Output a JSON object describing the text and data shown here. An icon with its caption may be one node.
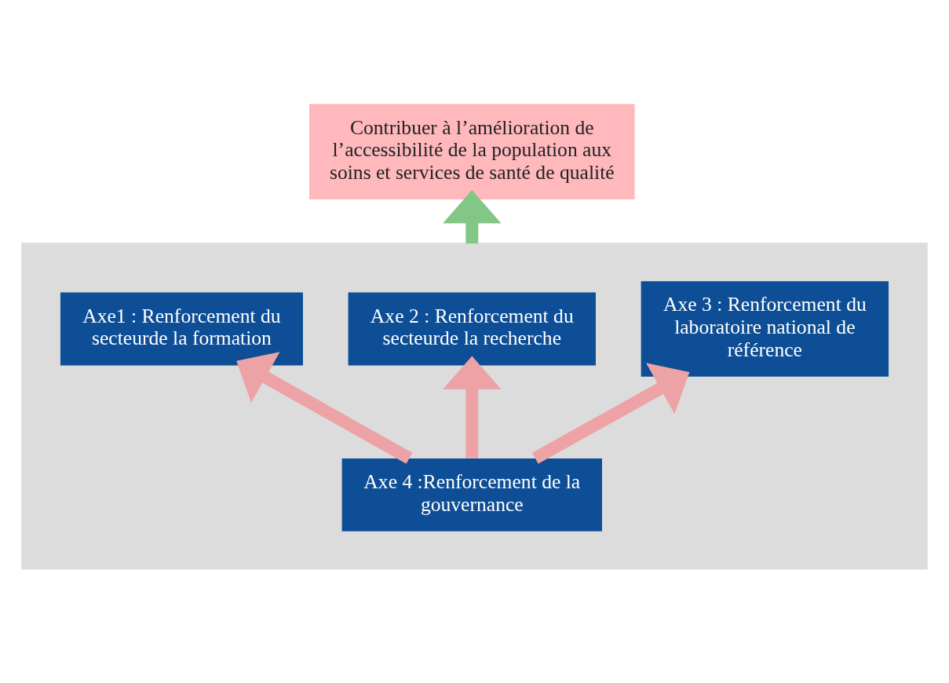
{
  "diagram": {
    "nodes": [
      {
        "text": [
          "Contribuer à l’amélioration de l’accessibilité de la population aux soins et services de santé de qualité"
        ]
      },
      {
        "text": [],
        "shape": "box"
      },
      {
        "text": [
          "Axe1 : Renforcement du secteurde la formation"
        ],
        "in": 1
      },
      {
        "text": [
          "Axe 2 : Renforcement du secteurde la recherche"
        ],
        "in": 1
      },
      {
        "text": [
          "Axe 3 : Renforcement du laboratoire national de référence"
        ],
        "in": 1
      },
      {
        "text": [
          "Axe 4 :Renforcement de la gouvernance"
        ],
        "in": 1
      }
    ],
    "edges": [
      {
        "from": 1,
        "to": 0,
        "arrow": "to",
        "color": "#82c785"
      },
      {
        "from": 5,
        "to": 2,
        "arrow": "to"
      },
      {
        "from": 5,
        "to": 3,
        "arrow": "to"
      },
      {
        "from": 5,
        "to": 4,
        "arrow": "to"
      }
    ]
  }
}
